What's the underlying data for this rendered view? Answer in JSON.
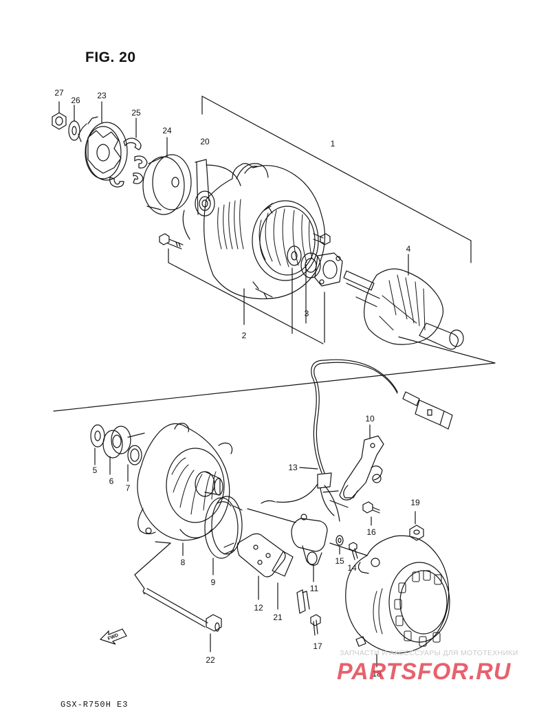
{
  "figure_title": "FIG. 20",
  "model_code": "GSX-R750H  E3",
  "fwd_label": "FWD",
  "watermark": {
    "tagline": "ЗАПЧАСТИ И АКСЕССУАРЫ ДЛЯ МОТОТЕХНИКИ",
    "logo": "PARTSFOR.RU",
    "color": "#e23a4a"
  },
  "callouts": {
    "c1": "1",
    "c2": "2",
    "c3": "3",
    "c4": "4",
    "c5": "5",
    "c6": "6",
    "c7": "7",
    "c8": "8",
    "c9": "9",
    "c10": "10",
    "c11": "11",
    "c12": "12",
    "c13": "13",
    "c14": "14",
    "c15": "15",
    "c16": "16",
    "c17": "17",
    "c18": "18",
    "c19": "19",
    "c20": "20",
    "c21": "21",
    "c22": "22",
    "c23": "23",
    "c24": "24",
    "c25": "25",
    "c26": "26",
    "c27": "27"
  },
  "icons": [
    "fwd-arrow-icon"
  ]
}
